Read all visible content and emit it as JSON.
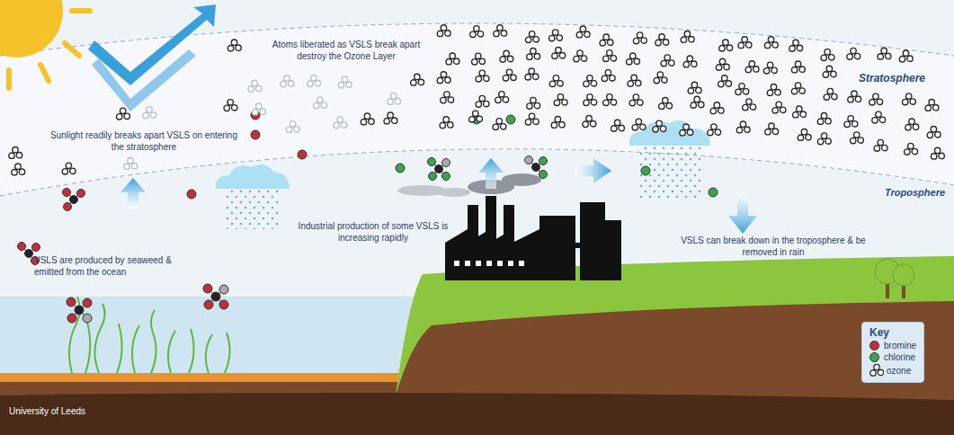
{
  "diagram": {
    "nodes": [
      {
        "text": [
          "Key"
        ]
      }
    ],
    "labels": [
      "Atoms liberated as VSLS break apart destroy the Ozone Layer",
      "Sunlight readily breaks apart VSLS on entering the stratosphere",
      "Stratosphere",
      "Troposphere",
      "VSLS are produced by seaweed & emitted from the ocean",
      "Industrial production of some VSLS is increasing rapidly",
      "VSLS can break down in the troposphere & be removed in rain",
      "University of Leeds"
    ],
    "legend": [
      {
        "text": "bromine",
        "color": "#c0303a"
      },
      {
        "text": "chlorine",
        "color": "#3fa34d"
      },
      {
        "text": "ozone"
      }
    ]
  }
}
